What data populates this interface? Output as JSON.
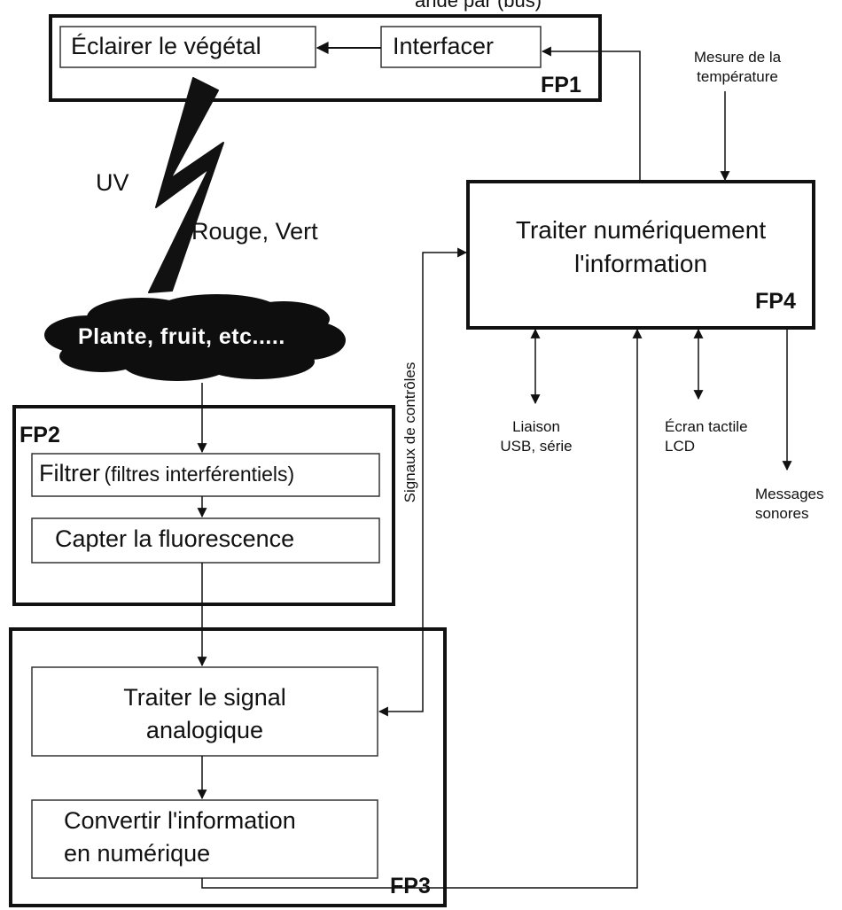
{
  "fp1": {
    "tag": "FP1",
    "eclairer": "Éclairer le végétal",
    "interfacer": "Interfacer",
    "top_cut_text": "ande par (bus)"
  },
  "light": {
    "uv": "UV",
    "rouge_vert": "Rouge, Vert"
  },
  "plante": "Plante, fruit, etc.....",
  "fp2": {
    "tag": "FP2",
    "filtrer": "Filtrer",
    "filtrer_detail": "(filtres interférentiels)",
    "capter": "Capter la fluorescence"
  },
  "fp3": {
    "tag": "FP3",
    "traiter_line1": "Traiter le signal",
    "traiter_line2": "analogique",
    "convertir_line1": "Convertir l'information",
    "convertir_line2": "en numérique"
  },
  "fp4": {
    "tag": "FP4",
    "line1": "Traiter numériquement",
    "line2": "l'information"
  },
  "signaux": "Signaux de contrôles",
  "mesure": {
    "line1": "Mesure de la",
    "line2": "température"
  },
  "liaison": {
    "line1": "Liaison",
    "line2": "USB, série"
  },
  "ecran": {
    "line1": "Écran tactile",
    "line2": "LCD"
  },
  "messages": {
    "line1": "Messages",
    "line2": "sonores"
  }
}
